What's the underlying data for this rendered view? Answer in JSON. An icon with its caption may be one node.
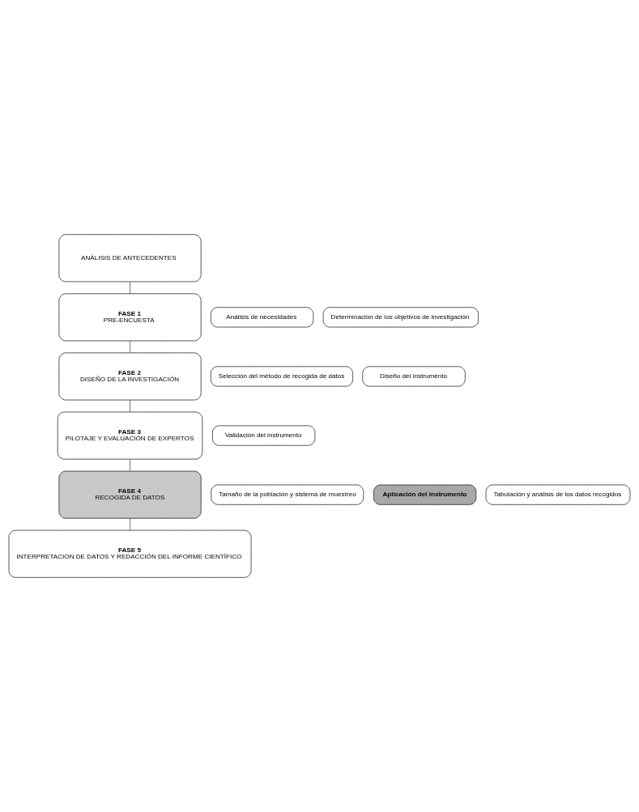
{
  "diagram": {
    "nodes": [
      {
        "text": [
          "ANÁLISIS DE ANTECEDENTES"
        ]
      },
      {
        "text": [
          "FASE 1",
          "PRE-ENCUESTA"
        ]
      },
      {
        "text": [
          "Análisis de necesidades"
        ]
      },
      {
        "text": [
          "Determinación de los objetivos de investigación"
        ]
      },
      {
        "text": [
          "FASE 2",
          "DISEÑO DE LA INVESTIGACIÓN"
        ]
      },
      {
        "text": [
          "Selección del método de recogida de datos"
        ]
      },
      {
        "text": [
          "Diseño del instrumento"
        ]
      },
      {
        "text": [
          "FASE 3",
          "PILOTAJE Y EVALUACIÓN DE EXPERTOS"
        ]
      },
      {
        "text": [
          "Validación del instrumento"
        ]
      },
      {
        "text": [
          "FASE 4",
          "RECOGIDA DE DATOS"
        ]
      },
      {
        "text": [
          "Tamaño de la población y sistema de muestreo"
        ]
      },
      {
        "text": [
          "Aplicación del instrumento"
        ]
      },
      {
        "text": [
          "Tabulación y análisis de los datos recogidos"
        ]
      },
      {
        "text": [
          "FASE 5",
          "INTERPRETACION DE DATOS Y REDACCIÓN DEL INFORME CIENTÍFICO"
        ]
      }
    ],
    "edges": [
      {
        "from": 0,
        "to": 1,
        "arrow": "none"
      },
      {
        "from": 1,
        "to": 4,
        "arrow": "none"
      },
      {
        "from": 4,
        "to": 7,
        "arrow": "none"
      },
      {
        "from": 7,
        "to": 9,
        "arrow": "none"
      },
      {
        "from": 9,
        "to": 13,
        "arrow": "none"
      }
    ]
  }
}
